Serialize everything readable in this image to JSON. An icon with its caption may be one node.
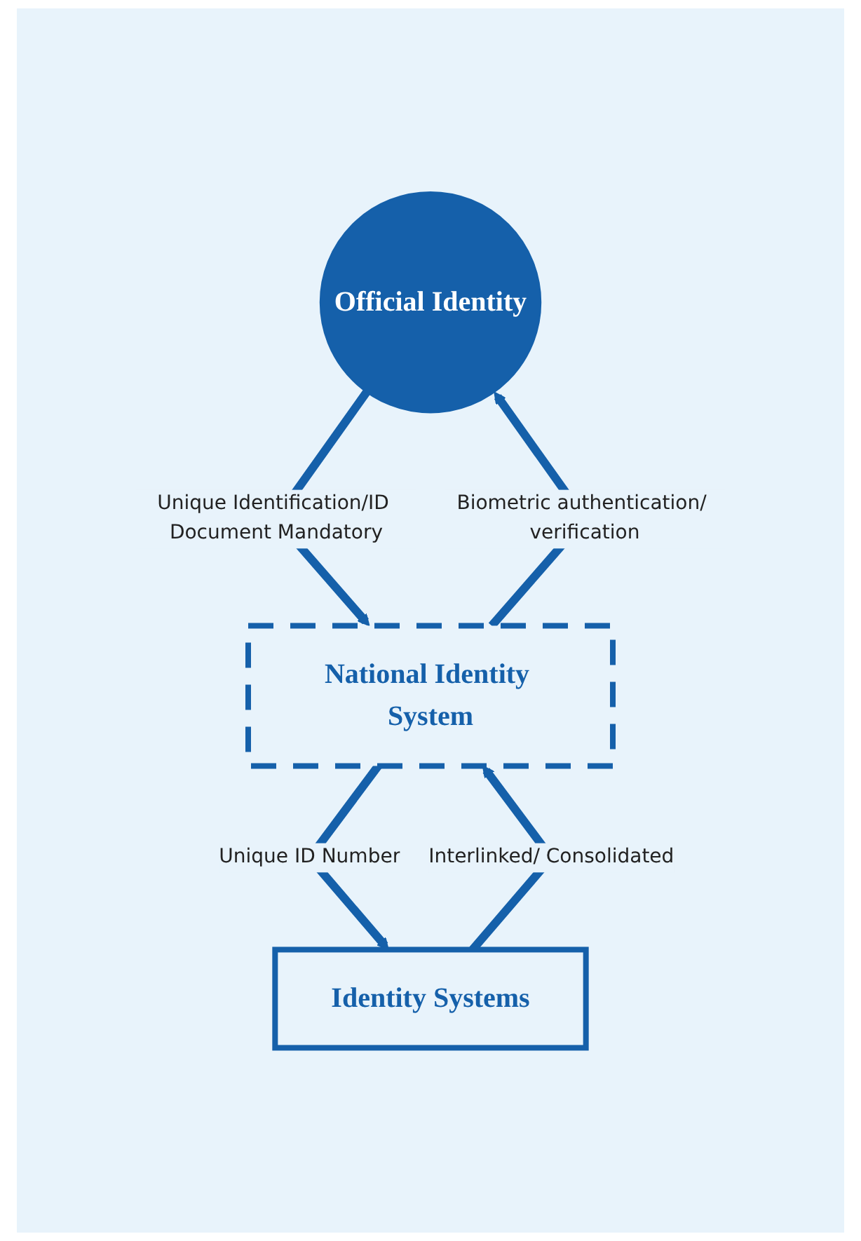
{
  "diagram": {
    "nodes": [
      {
        "text": [
          "Official Identity"
        ]
      },
      {
        "text": [
          "National Identity System"
        ]
      },
      {
        "text": [
          "Identity Systems"
        ]
      }
    ],
    "edges": [
      {
        "from": 0,
        "to": 1,
        "arrow": "to",
        "label": "Unique Identification/ID Document Mandatory"
      },
      {
        "from": 1,
        "to": 0,
        "arrow": "to",
        "label": "Biometric authentication/ verification"
      },
      {
        "from": 1,
        "to": 2,
        "arrow": "to",
        "label": "Unique ID Number"
      },
      {
        "from": 2,
        "to": 1,
        "arrow": "to",
        "label": "Interlinked/ Consolidated"
      }
    ]
  }
}
